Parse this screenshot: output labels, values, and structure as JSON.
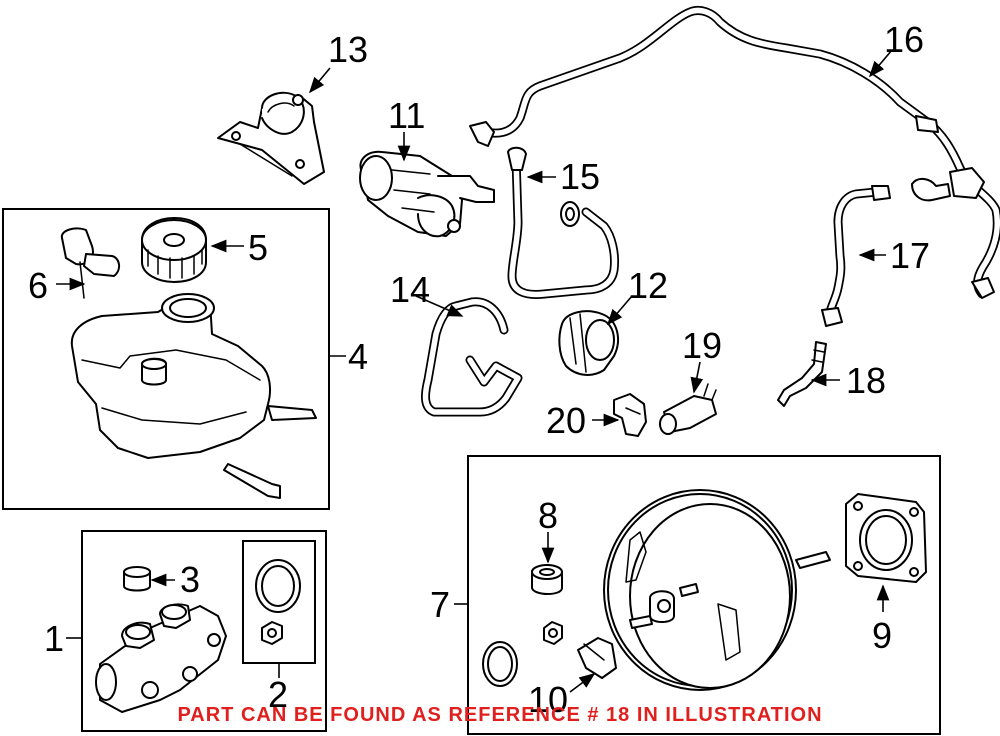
{
  "callouts": {
    "c1": "1",
    "c2": "2",
    "c3": "3",
    "c4": "4",
    "c5": "5",
    "c6": "6",
    "c7": "7",
    "c8": "8",
    "c9": "9",
    "c10": "10",
    "c11": "11",
    "c12": "12",
    "c13": "13",
    "c14": "14",
    "c15": "15",
    "c16": "16",
    "c17": "17",
    "c18": "18",
    "c19": "19",
    "c20": "20"
  },
  "note": "PART CAN BE FOUND AS REFERENCE # 18 IN ILLUSTRATION",
  "colors": {
    "note": "#e0201e",
    "line": "#000000",
    "background": "#ffffff"
  }
}
